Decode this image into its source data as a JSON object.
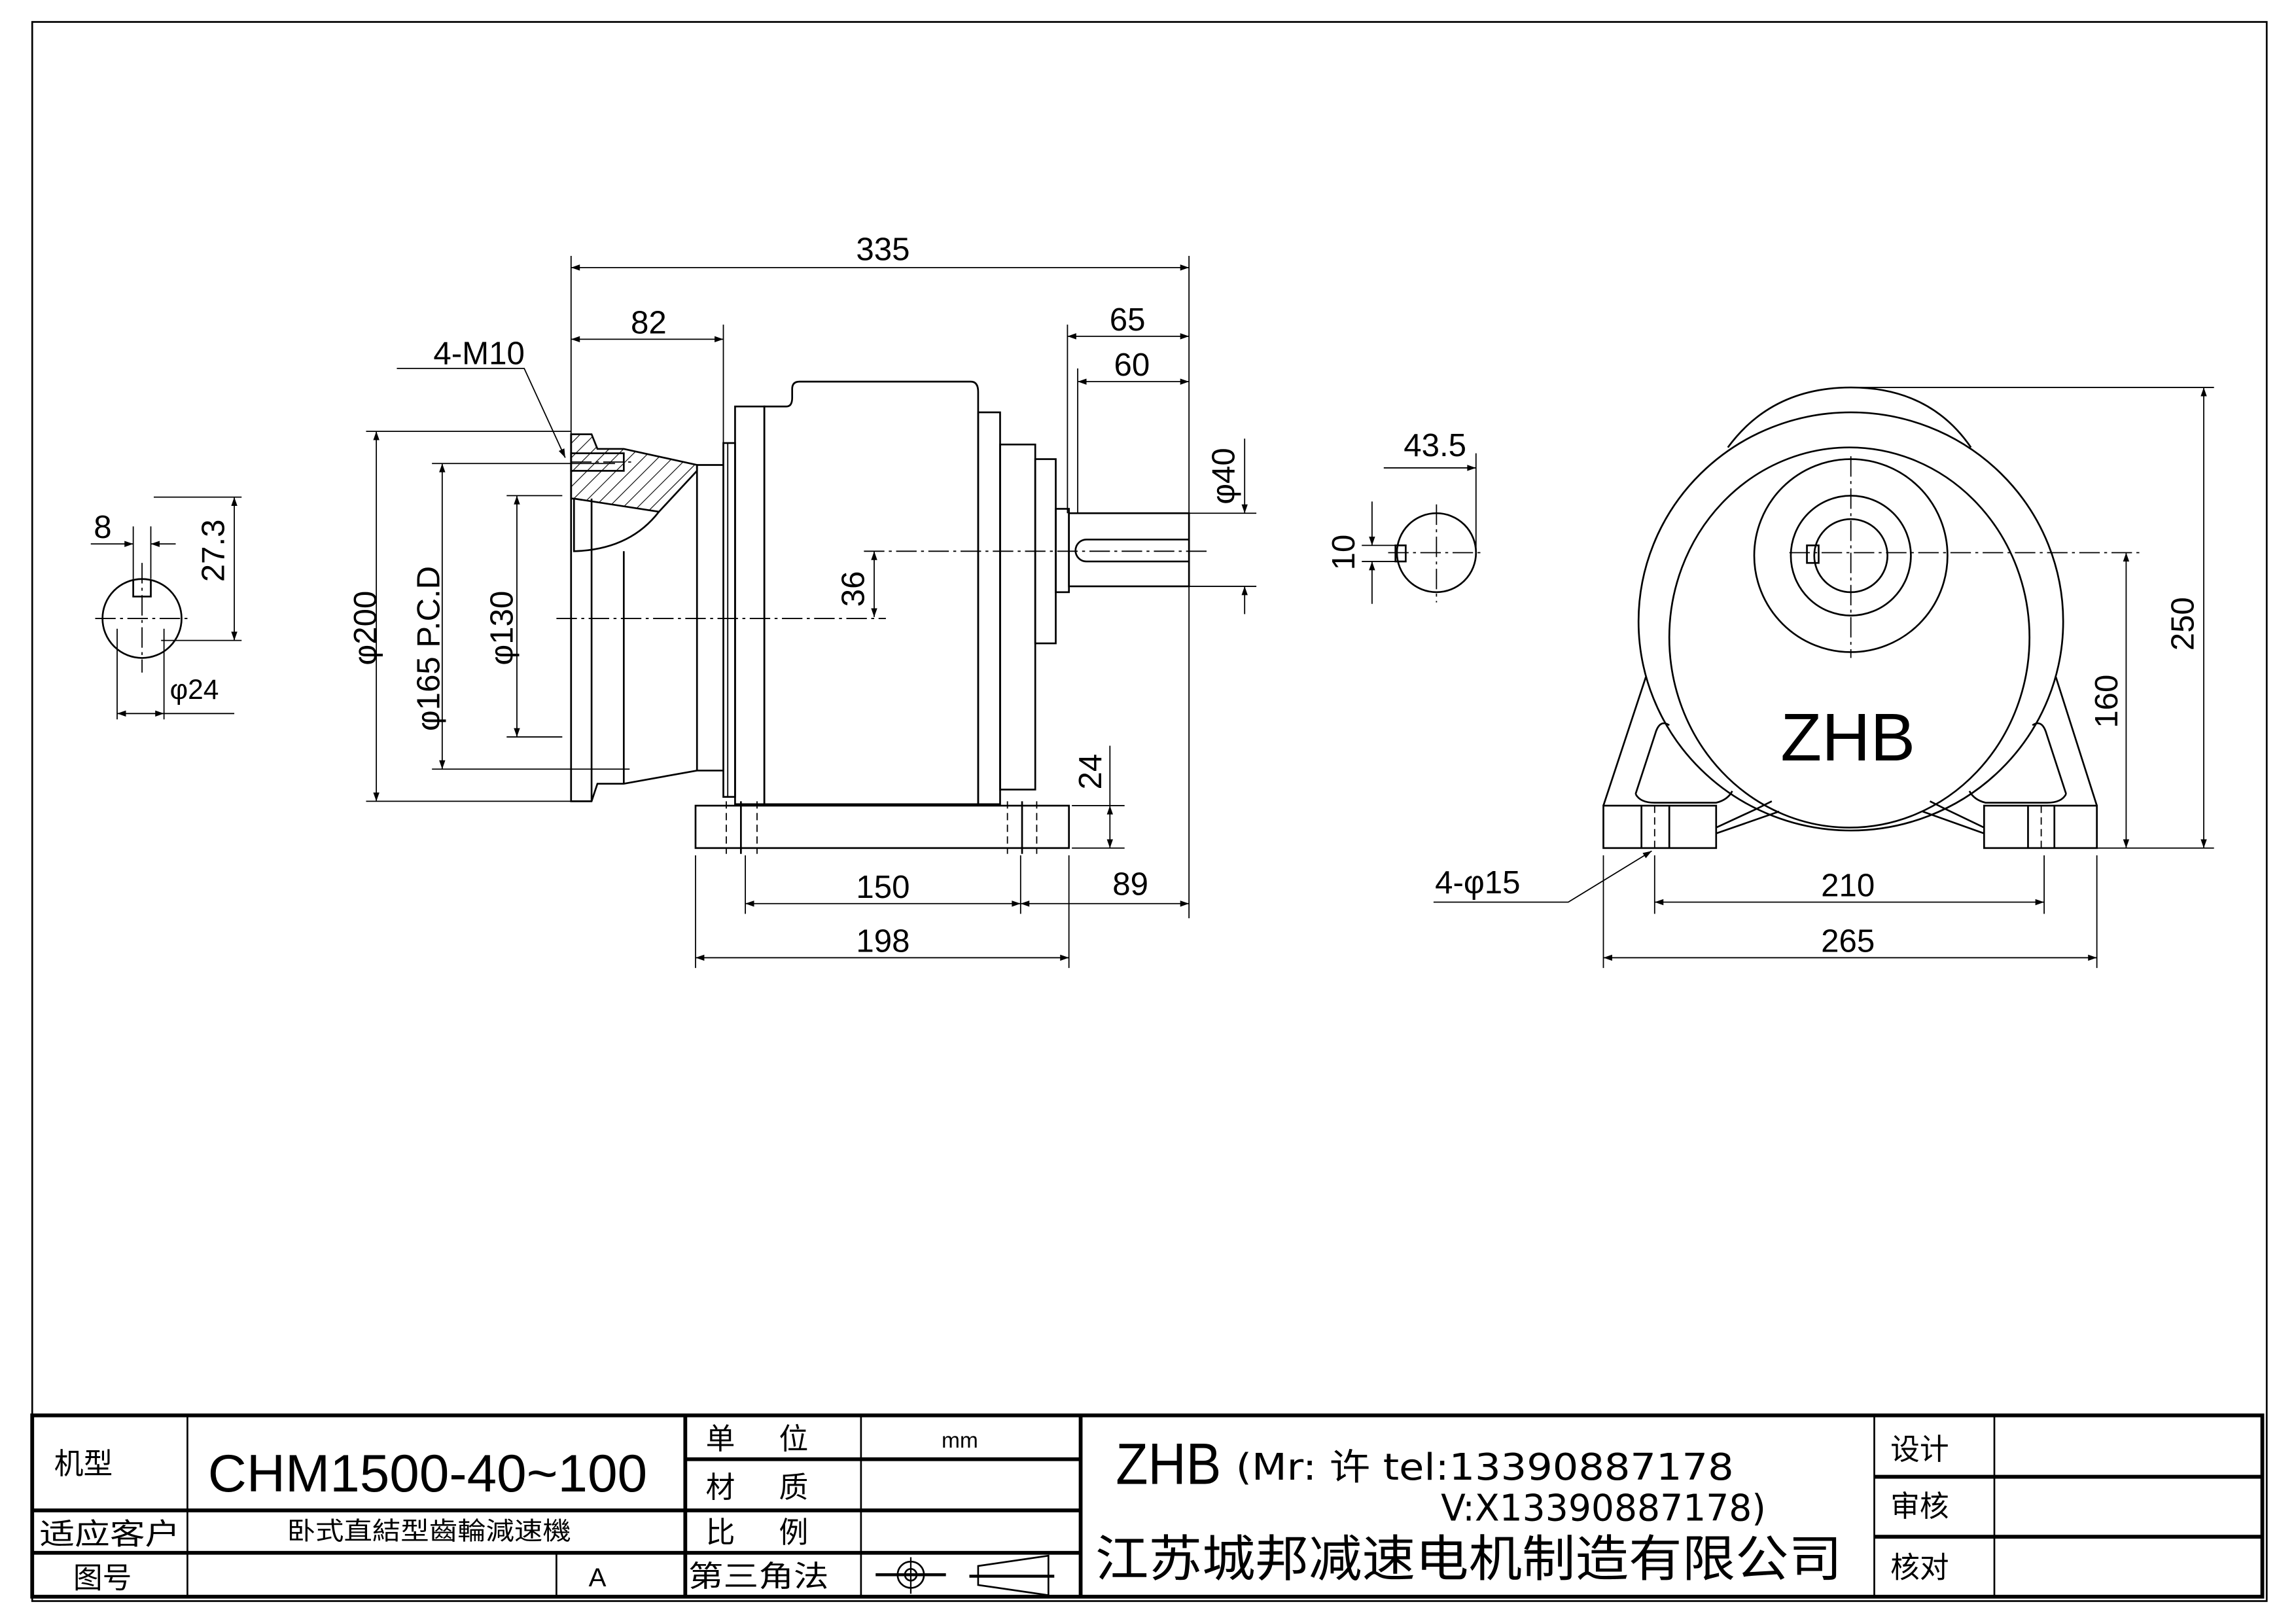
{
  "side_view": {
    "overall_length": "335",
    "flange_length": "82",
    "shaft_length_65": "65",
    "shaft_length_60": "60",
    "tapped_holes": "4-M10",
    "flange_dia": "φ200",
    "pcd": "φ165 P.C.D",
    "spigot_dia": "φ130",
    "center_offset": "36",
    "shaft_dia": "φ40",
    "base_thickness": "24",
    "foot_hole_pitch": "150",
    "foot_to_shaft_end": "89",
    "base_length": "198"
  },
  "input_shaft_view": {
    "key_width": "8",
    "key_height": "27.3",
    "bore_dia": "φ24"
  },
  "output_key_view": {
    "key_depth": "43.5",
    "key_width": "10"
  },
  "front_view": {
    "logo": "ZHB",
    "overall_height": "250",
    "center_height": "160",
    "foot_holes": "4-φ15",
    "foot_hole_span": "210",
    "base_width": "265"
  },
  "title_block": {
    "model_label": "机型",
    "model_value": "CHM1500-40~100",
    "customer_label": "适应客户",
    "description": "卧式直結型齒輪減速機",
    "drawing_no_label": "图号",
    "revision": "A",
    "unit_label": "单  位",
    "unit_value": "mm",
    "material_label": "材  质",
    "scale_label": "比  例",
    "projection_label": "第三角法",
    "brand": "ZHB",
    "contact_line1": "(Mr: 许 tel:13390887178",
    "contact_line2": "V:X13390887178)",
    "company": "江苏城邦减速电机制造有限公司",
    "design_label": "设计",
    "review_label": "审核",
    "check_label": "核对"
  }
}
